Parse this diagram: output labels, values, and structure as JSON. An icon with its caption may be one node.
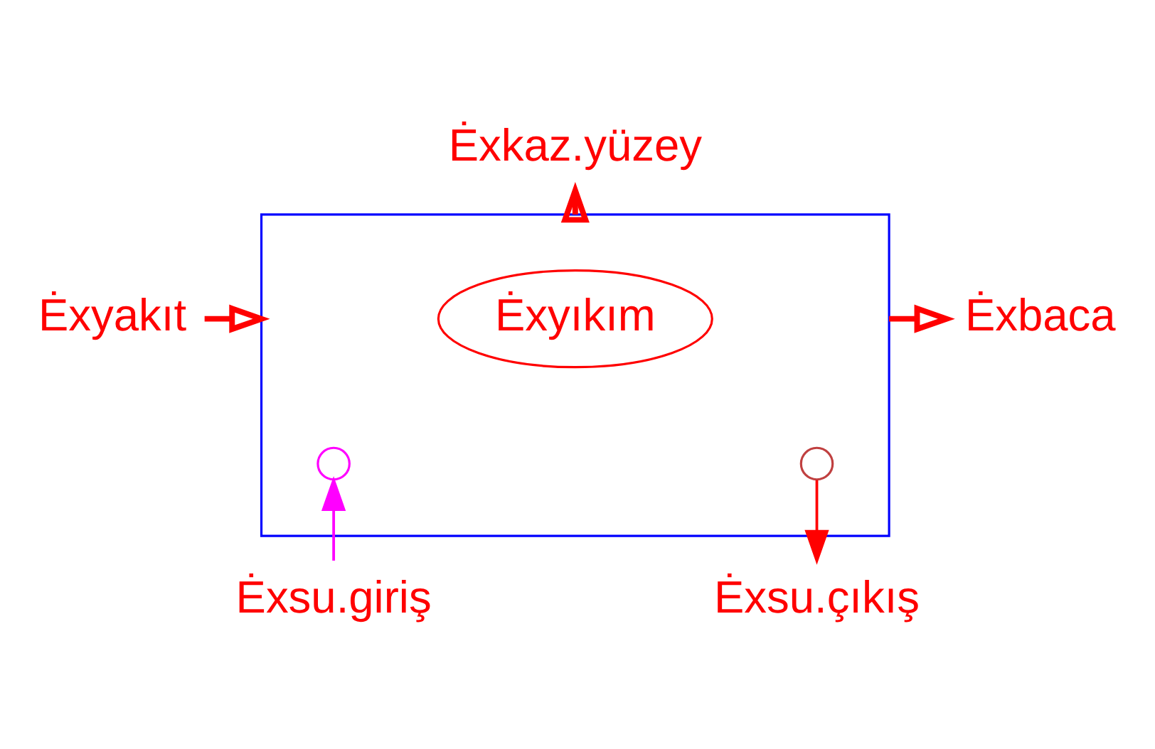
{
  "diagram": {
    "nodes": [
      {
        "text": [],
        "shape": "box"
      },
      {
        "text": [
          "Ėxyıkım"
        ],
        "in": 0
      },
      {
        "text": [],
        "shape": "circle",
        "in": 0
      },
      {
        "text": [],
        "shape": "circle",
        "in": 0
      },
      {
        "text": [
          "Ėxyakıt"
        ]
      },
      {
        "text": [
          "Ėxbaca"
        ]
      },
      {
        "text": [
          "Ėxkaz.yüzey"
        ]
      },
      {
        "text": [
          "Ėxsu.giriş"
        ]
      },
      {
        "text": [
          "Ėxsu.çıkış"
        ]
      }
    ],
    "edges": [
      {
        "from": 4,
        "to": 0,
        "arrow": "to"
      },
      {
        "from": 0,
        "to": 5,
        "arrow": "to"
      },
      {
        "from": 0,
        "to": 6,
        "arrow": "to"
      },
      {
        "from": 7,
        "to": 2,
        "arrow": "to",
        "color": "#ff00ff"
      },
      {
        "from": 3,
        "to": 8,
        "arrow": "to"
      }
    ]
  }
}
